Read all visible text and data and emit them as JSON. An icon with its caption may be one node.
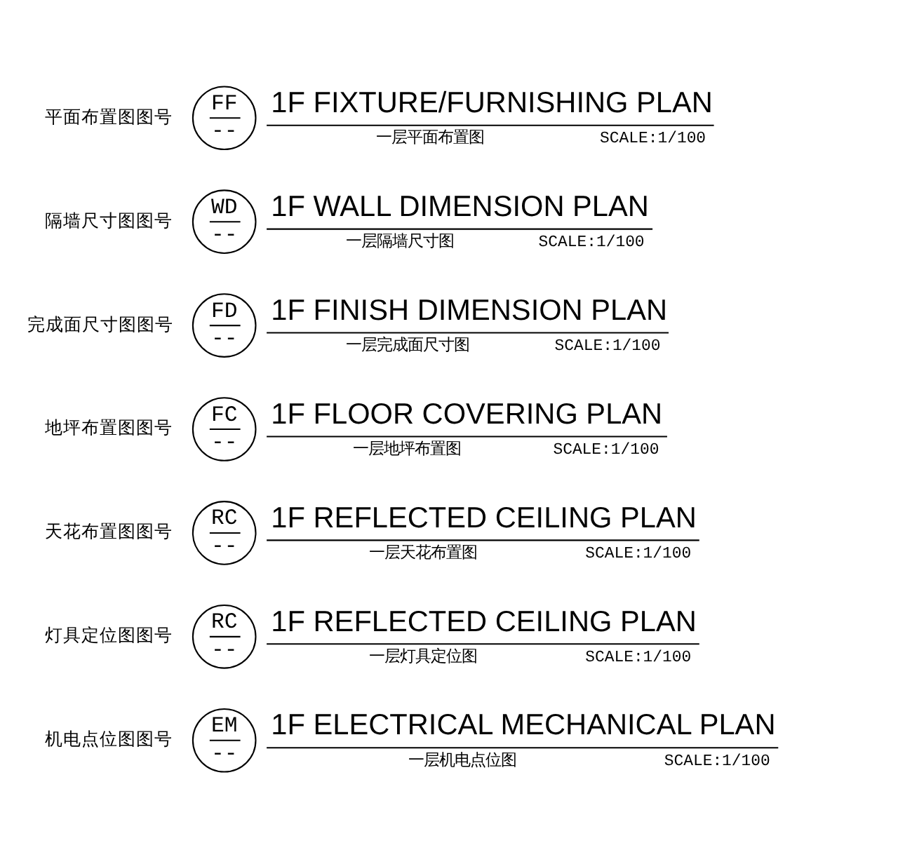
{
  "diagram": {
    "nodes": [
      {
        "text": [
          "FF",
          "--"
        ],
        "beside": [
          "平面布置图图号",
          "1F FIXTURE/FURNISHING PLAN",
          "一层平面布置图",
          "SCALE:1/100"
        ]
      },
      {
        "text": [
          "WD",
          "--"
        ],
        "beside": [
          "隔墙尺寸图图号",
          "1F WALL DIMENSION PLAN",
          "一层隔墙尺寸图",
          "SCALE:1/100"
        ]
      },
      {
        "text": [
          "FD",
          "--"
        ],
        "beside": [
          "完成面尺寸图图号",
          "1F FINISH DIMENSION PLAN",
          "一层完成面尺寸图",
          "SCALE:1/100"
        ]
      },
      {
        "text": [
          "FC",
          "--"
        ],
        "beside": [
          "地坪布置图图号",
          "1F FLOOR COVERING PLAN",
          "一层地坪布置图",
          "SCALE:1/100"
        ]
      },
      {
        "text": [
          "RC",
          "--"
        ],
        "beside": [
          "天花布置图图号",
          "1F REFLECTED CEILING PLAN",
          "一层天花布置图",
          "SCALE:1/100"
        ]
      },
      {
        "text": [
          "RC",
          "--"
        ],
        "beside": [
          "灯具定位图图号",
          "1F REFLECTED CEILING PLAN",
          "一层灯具定位图",
          "SCALE:1/100"
        ]
      },
      {
        "text": [
          "EM",
          "--"
        ],
        "beside": [
          "机电点位图图号",
          "1F ELECTRICAL MECHANICAL PLAN",
          "一层机电点位图",
          "SCALE:1/100"
        ]
      }
    ]
  }
}
